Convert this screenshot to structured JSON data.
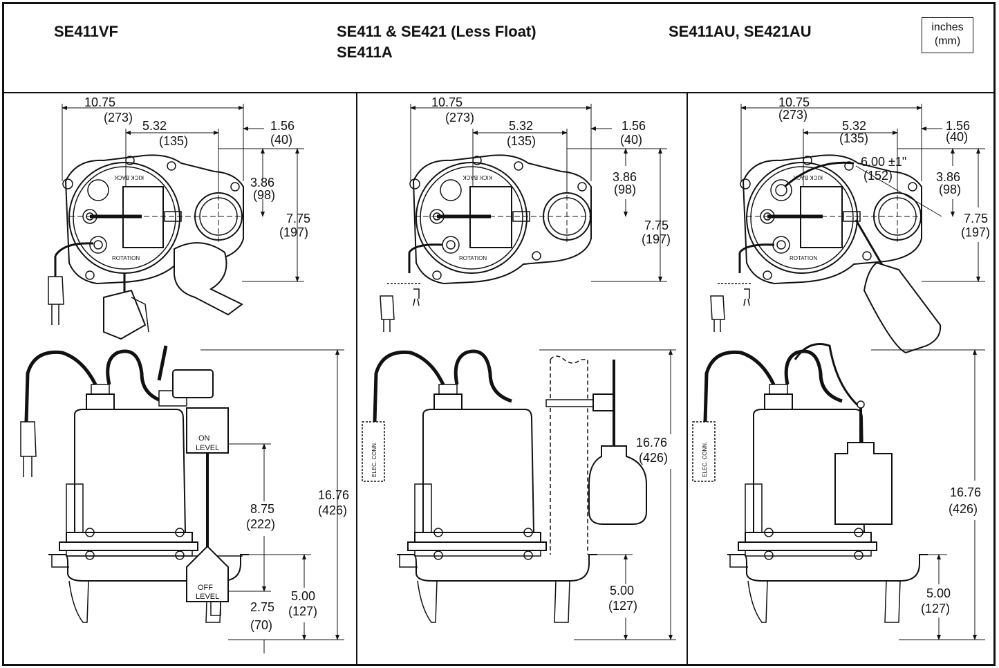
{
  "header": {
    "model_left": "SE411VF",
    "model_mid_line1": "SE411 & SE421 (Less Float)",
    "model_mid_line2": "SE411A",
    "model_right": "SE411AU, SE421AU",
    "units_line1": "inches",
    "units_line2": "(mm)"
  },
  "dims": {
    "overall_width": "10.75",
    "overall_width_mm": "(273)",
    "center_offset": "5.32",
    "center_offset_mm": "(135)",
    "discharge_offset": "1.56",
    "discharge_offset_mm": "(40)",
    "discharge_height": "3.86",
    "discharge_height_mm": "(98)",
    "depth": "7.75",
    "depth_mm": "(197)",
    "overall_height": "16.76",
    "overall_height_mm": "(426)",
    "inlet_height": "5.00",
    "inlet_height_mm": "(127)",
    "on_level": "8.75",
    "on_level_mm": "(222)",
    "off_level": "2.75",
    "off_level_mm": "(70)",
    "float_radius": "6.00 ±1\"",
    "float_radius_mm": "(152)"
  },
  "labels": {
    "on": "ON",
    "off": "OFF",
    "level": "LEVEL",
    "kick_back": "KICK BACK",
    "rotation": "ROTATION",
    "elec_conn": "ELEC. CONN."
  }
}
